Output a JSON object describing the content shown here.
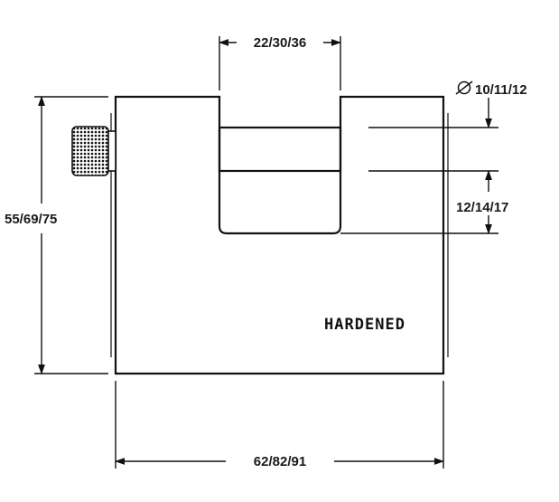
{
  "dimensions": {
    "shackle_gap": "22/30/36",
    "shackle_diameter": "10/11/12",
    "shackle_clearance": "12/14/17",
    "height": "55/69/75",
    "width": "62/82/91"
  },
  "body_marking": "HARDENED",
  "colors": {
    "line": "#111111",
    "background": "#ffffff"
  }
}
